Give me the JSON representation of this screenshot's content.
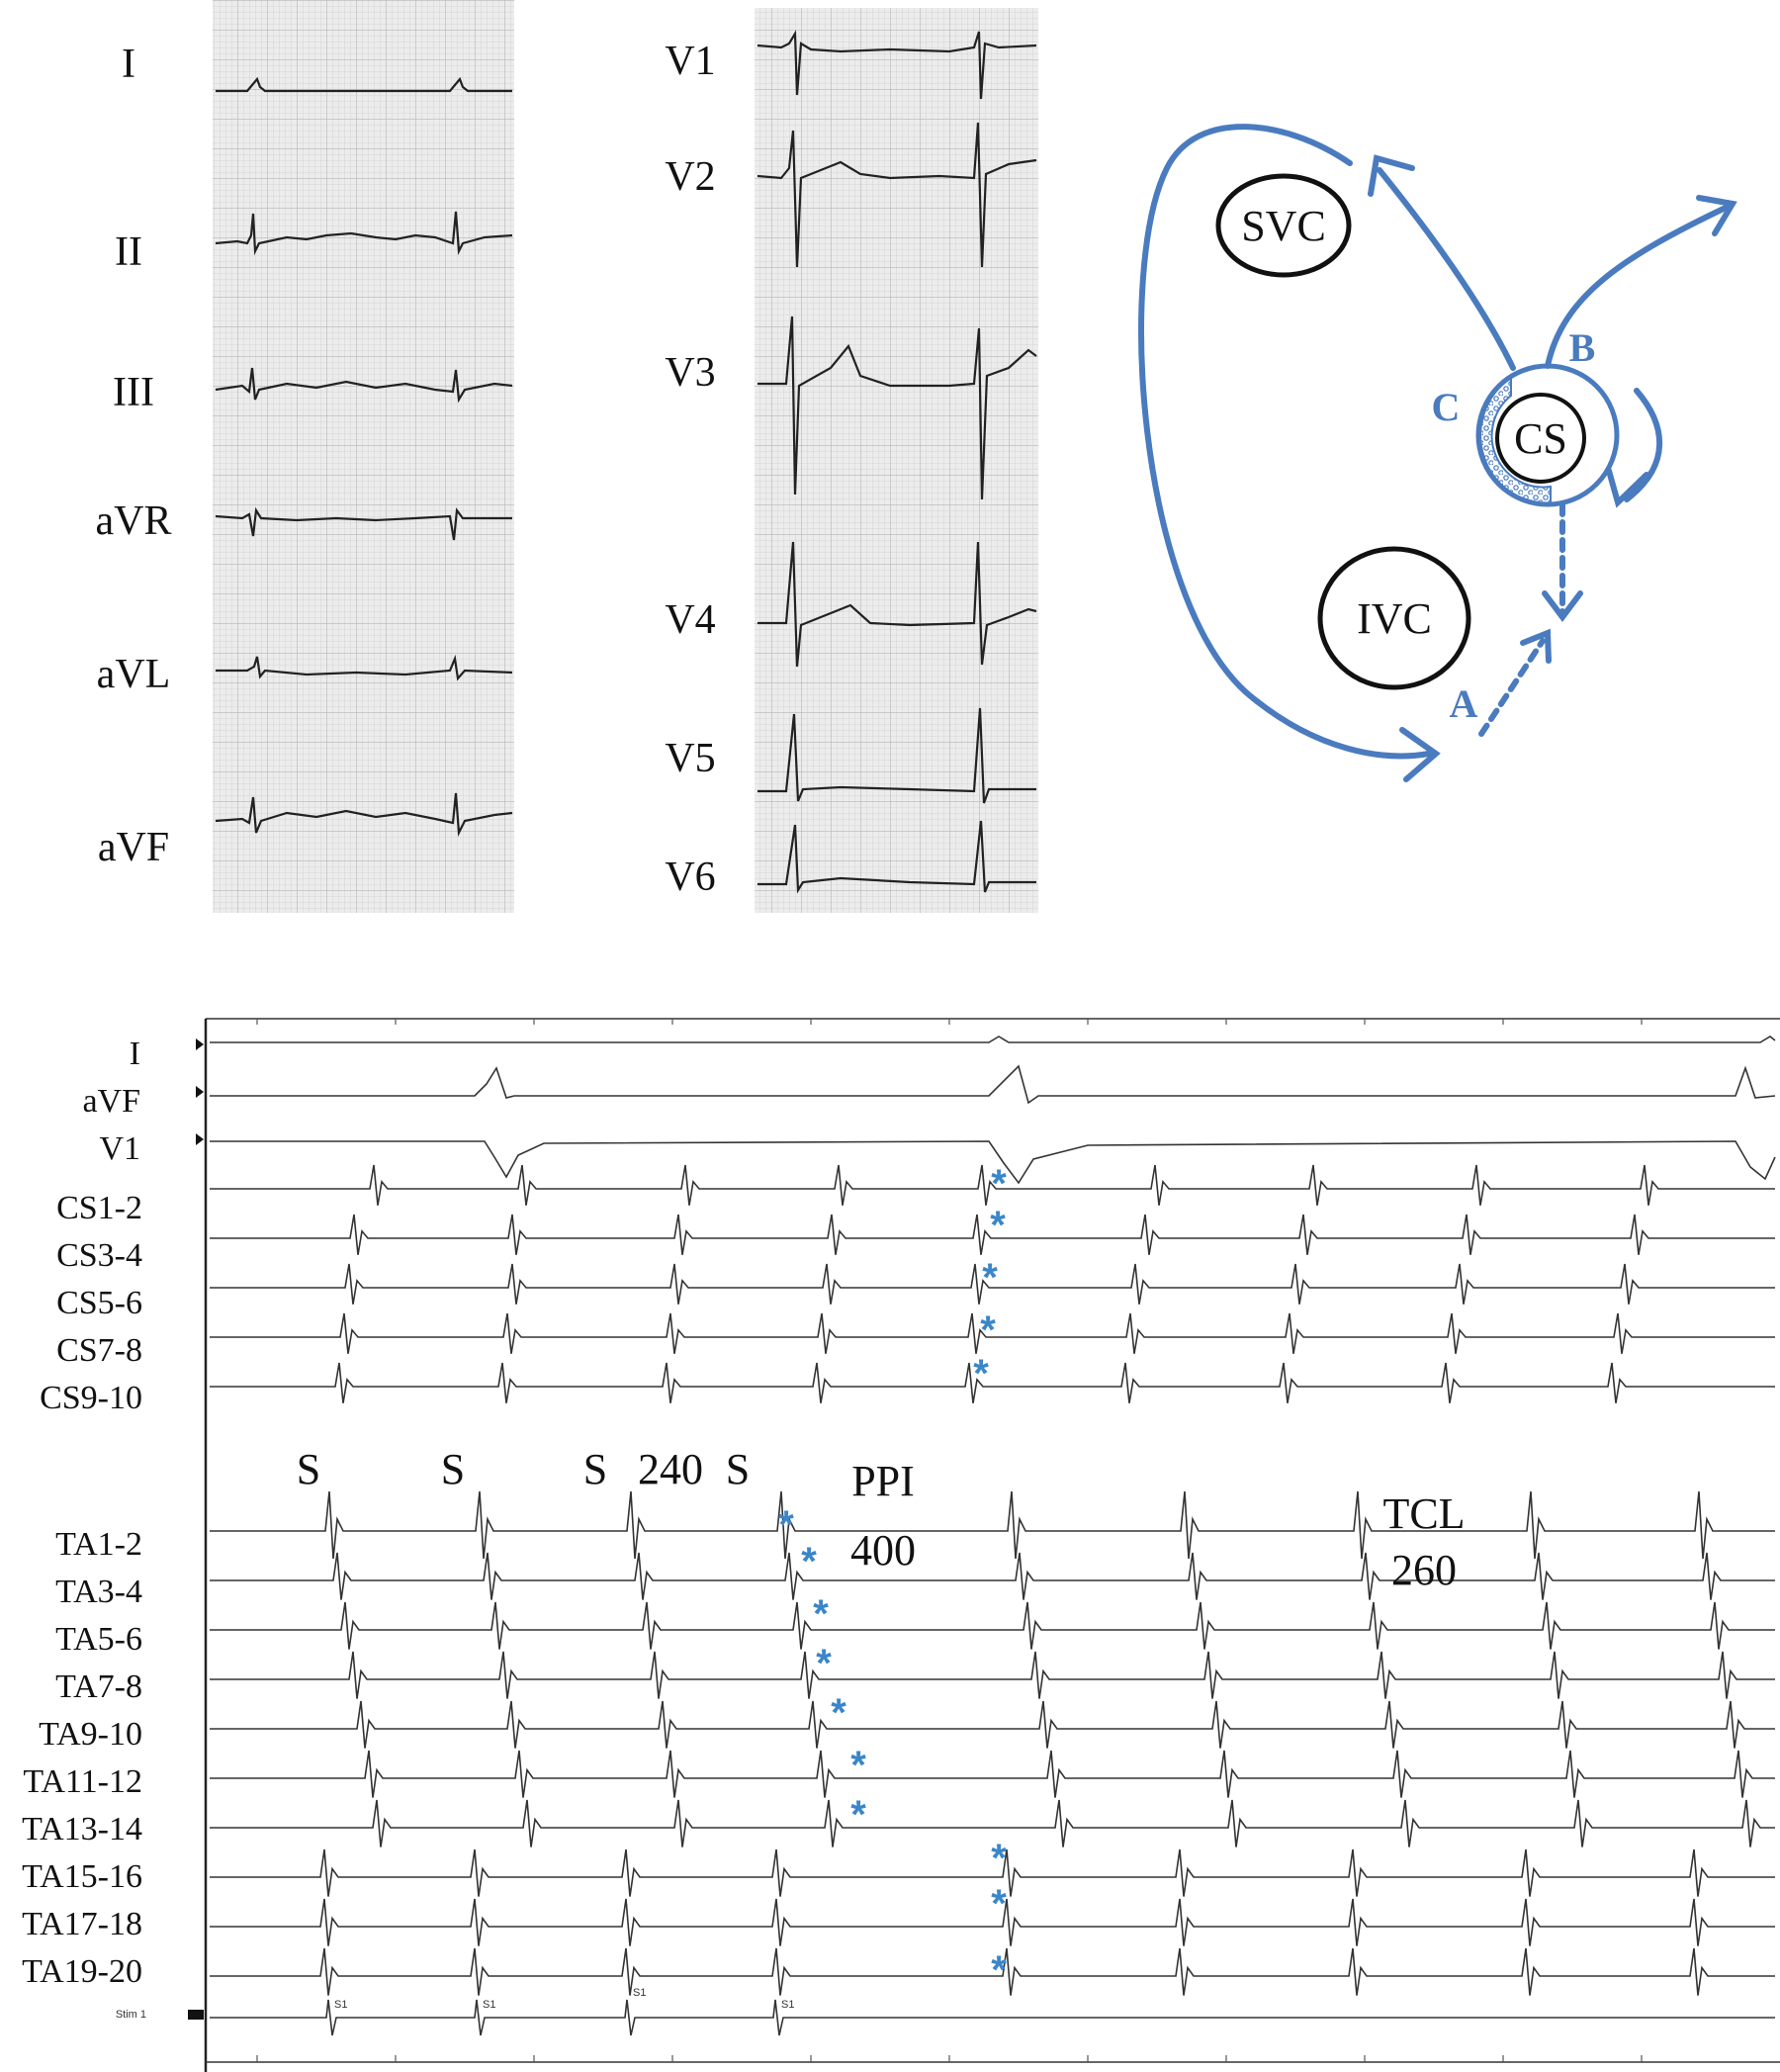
{
  "ecg": {
    "limb_leads": [
      "I",
      "II",
      "III",
      "aVR",
      "aVL",
      "aVF"
    ],
    "precordial_leads": [
      "V1",
      "V2",
      "V3",
      "V4",
      "V5",
      "V6"
    ]
  },
  "diagram": {
    "color": "#4a7bbf",
    "structures": {
      "svc": "SVC",
      "ivc": "IVC",
      "cs": "CS"
    },
    "path_labels": {
      "a": "A",
      "b": "B",
      "c": "C"
    }
  },
  "egm": {
    "surface_channels": [
      "I",
      "aVF",
      "V1"
    ],
    "cs_channels": [
      "CS1-2",
      "CS3-4",
      "CS5-6",
      "CS7-8",
      "CS9-10"
    ],
    "ta_channels": [
      "TA1-2",
      "TA3-4",
      "TA5-6",
      "TA7-8",
      "TA9-10",
      "TA11-12",
      "TA13-14",
      "TA15-16",
      "TA17-18",
      "TA19-20"
    ],
    "stim_channel": "Stim 1",
    "stim_marks": [
      "S1",
      "S1",
      "S1",
      "S1"
    ],
    "pacing_marks": [
      "S",
      "S",
      "S",
      "S"
    ],
    "coupling_interval": "240",
    "ppi_label": "PPI",
    "ppi_value": "400",
    "tcl_label": "TCL",
    "tcl_value": "260",
    "asterisk": "*",
    "asterisk_color": "#3a86c8"
  }
}
